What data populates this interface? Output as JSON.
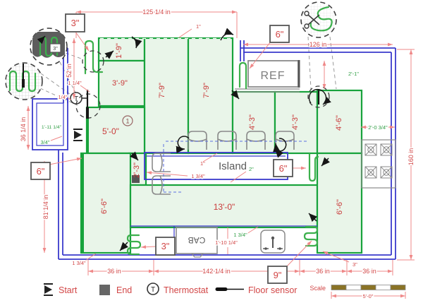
{
  "colors": {
    "wall_blue": "#3a3acc",
    "heat_green": "#18a33c",
    "room_fill": "#e9f5e9",
    "dim_line_red": "#ef8888",
    "dim_text_red": "#d24646",
    "annot_green": "#2f9e44",
    "appliance_gray": "#8a8a8a",
    "scale_gold": "#8a7326"
  },
  "dims": {
    "top": "125 1/4 in",
    "top_right": "126 in",
    "left_upper": "52 in",
    "left_mid": "36 1/4 in",
    "left_lower": "81 1/4 in",
    "right": "160 in",
    "bottom_36": "36 in",
    "bottom_main": "142 1/4 in"
  },
  "rooms": {
    "r_1_9": "1'-9\"",
    "r_3_9": "3'-9\"",
    "r_7_9": "7'-9\"",
    "r_5_0": "5'-0\"",
    "r_2_3": "2'-3\"",
    "r_4_3": "4'-3\"",
    "r_4_6": "4'-6\"",
    "r_6_6": "6'-6\"",
    "r_13_0": "13'-0\""
  },
  "small_dims": {
    "one": "1\"",
    "quarter": "1/4\"",
    "one_quarter": "1 1/4\"",
    "three_quarter": "3/4\"",
    "one_three_quarter": "1 3/4\"",
    "two": "2\"",
    "three": "3\"",
    "two_one": "2'-1\"",
    "two_zero_three_quarter": "2'-0 3/4\"",
    "one_eleven_quarter": "1'-11 1/4\"",
    "one_ten_quarter": "1'-10 1/4\""
  },
  "callouts": {
    "c3": "3\"",
    "c6": "6\"",
    "c9": "9\""
  },
  "detail": {
    "mini_label": "3\""
  },
  "labels": {
    "ref": "REF",
    "island": "Island",
    "cab": "CAB",
    "circled_number": "1",
    "thermostat_symbol": "T"
  },
  "legend": {
    "start": "Start",
    "end": "End",
    "thermostat": "Thermostat",
    "floor_sensor": "Floor sensor",
    "scale": "Scale",
    "scale_value": "5'-0\""
  }
}
